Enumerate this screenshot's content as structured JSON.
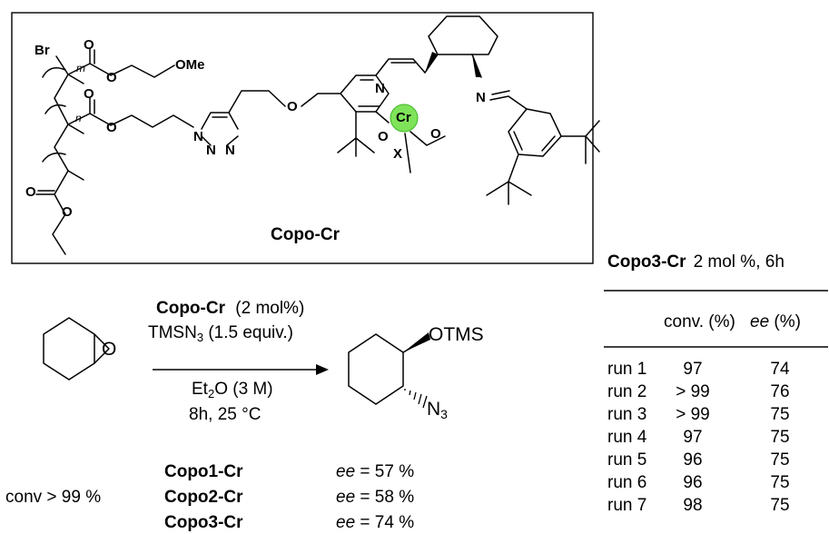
{
  "structure": {
    "name": "Copo-Cr",
    "metal": "Cr",
    "atoms": {
      "br": "Br",
      "ome": "OMe",
      "o": "O",
      "n": "N",
      "x": "X",
      "m": "m",
      "n_sub": "n"
    }
  },
  "reaction": {
    "catalyst_name": "Copo-Cr",
    "catalyst_loading": "(2 mol%)",
    "reagent_base": "TMSN",
    "reagent_sub": "3",
    "reagent_amount": " (1.5 equiv.)",
    "solvent_base": "Et",
    "solvent_sub": "2",
    "solvent_rest": "O (3 M)",
    "conditions": "8h, 25 °C",
    "epoxide_o": "O",
    "product_otms": "OTMS",
    "product_n": "N",
    "product_n_sub": "3"
  },
  "results": {
    "conv_label": "conv > 99 %",
    "catalysts": [
      {
        "name": "Copo1-Cr",
        "ee_label": "ee",
        "ee_value": " = 57 %"
      },
      {
        "name": "Copo2-Cr",
        "ee_label": "ee",
        "ee_value": " = 58 %"
      },
      {
        "name": "Copo3-Cr",
        "ee_label": "ee",
        "ee_value": " = 74 %"
      }
    ]
  },
  "recycling_table": {
    "title_catalyst": "Copo3-Cr",
    "title_conditions": "2 mol %, 6h",
    "headers": {
      "conv": "conv. (%)",
      "ee": "ee",
      "ee_unit": " (%)"
    },
    "rows": [
      {
        "run": "run 1",
        "conv": "97",
        "ee": "74"
      },
      {
        "run": "run 2",
        "conv": "> 99",
        "ee": "76"
      },
      {
        "run": "run 3",
        "conv": "> 99",
        "ee": "75"
      },
      {
        "run": "run 4",
        "conv": "97",
        "ee": "75"
      },
      {
        "run": "run 5",
        "conv": "96",
        "ee": "75"
      },
      {
        "run": "run 6",
        "conv": "96",
        "ee": "75"
      },
      {
        "run": "run 7",
        "conv": "98",
        "ee": "75"
      }
    ]
  }
}
